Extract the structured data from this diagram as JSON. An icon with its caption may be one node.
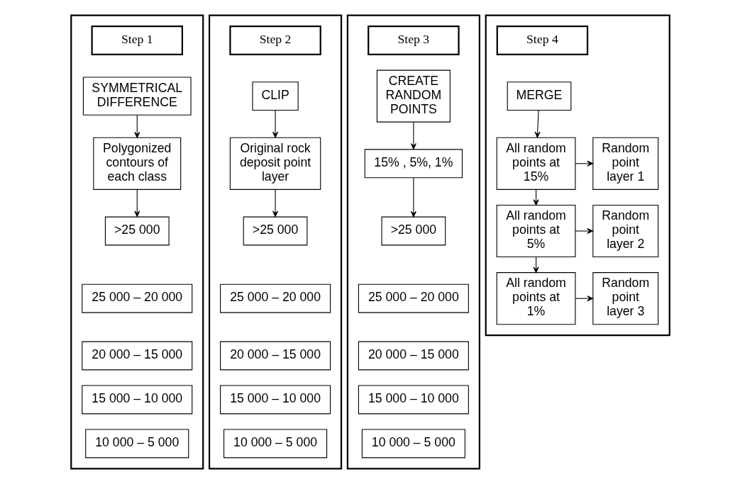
{
  "diagram": {
    "nodes": [
      {
        "text": [],
        "shape": "band"
      },
      {
        "text": [
          "Step 1"
        ],
        "in": 0
      },
      {
        "text": [
          "SYMMETRICAL DIFFERENCE"
        ],
        "in": 0
      },
      {
        "text": [
          "Polygonized contours of each class"
        ],
        "in": 0
      },
      {
        "text": [
          ">25 000"
        ],
        "in": 0
      },
      {
        "text": [
          "25 000 – 20 000"
        ],
        "in": 0
      },
      {
        "text": [
          "20 000 – 15 000"
        ],
        "in": 0
      },
      {
        "text": [
          "15 000 – 10 000"
        ],
        "in": 0
      },
      {
        "text": [
          "10 000 – 5 000"
        ],
        "in": 0
      },
      {
        "text": [],
        "shape": "band"
      },
      {
        "text": [
          "Step 2"
        ],
        "in": 9
      },
      {
        "text": [
          "CLIP"
        ],
        "in": 9
      },
      {
        "text": [
          "Original rock deposit point layer"
        ],
        "in": 9
      },
      {
        "text": [
          ">25 000"
        ],
        "in": 9
      },
      {
        "text": [
          "25 000 – 20 000"
        ],
        "in": 9
      },
      {
        "text": [
          "20 000 – 15 000"
        ],
        "in": 9
      },
      {
        "text": [
          "15 000 – 10 000"
        ],
        "in": 9
      },
      {
        "text": [
          "10 000 – 5 000"
        ],
        "in": 9
      },
      {
        "text": [],
        "shape": "band"
      },
      {
        "text": [
          "Step 3"
        ],
        "in": 18
      },
      {
        "text": [
          "CREATE RANDOM POINTS"
        ],
        "in": 18
      },
      {
        "text": [
          "15% , 5%, 1%"
        ],
        "in": 18
      },
      {
        "text": [
          ">25 000"
        ],
        "in": 18
      },
      {
        "text": [
          "25 000 – 20 000"
        ],
        "in": 18
      },
      {
        "text": [
          "20 000 – 15 000"
        ],
        "in": 18
      },
      {
        "text": [
          "15 000 – 10 000"
        ],
        "in": 18
      },
      {
        "text": [
          "10 000 – 5 000"
        ],
        "in": 18
      },
      {
        "text": [],
        "shape": "band"
      },
      {
        "text": [
          "Step 4"
        ],
        "in": 27
      },
      {
        "text": [
          "MERGE"
        ],
        "in": 27
      },
      {
        "text": [
          "All random points at 15%"
        ],
        "in": 27
      },
      {
        "text": [
          "Random point layer 1"
        ],
        "in": 27
      },
      {
        "text": [
          "All random points at 5%"
        ],
        "in": 27
      },
      {
        "text": [
          "Random point layer 2"
        ],
        "in": 27
      },
      {
        "text": [
          "All random points at 1%"
        ],
        "in": 27
      },
      {
        "text": [
          "Random point layer 3"
        ],
        "in": 27
      }
    ],
    "edges": [
      {
        "from": 2,
        "to": 3,
        "arrow": "to"
      },
      {
        "from": 3,
        "to": 4,
        "arrow": "to"
      },
      {
        "from": 11,
        "to": 12,
        "arrow": "to"
      },
      {
        "from": 12,
        "to": 13,
        "arrow": "to"
      },
      {
        "from": 20,
        "to": 21,
        "arrow": "to"
      },
      {
        "from": 21,
        "to": 22,
        "arrow": "to"
      },
      {
        "from": 29,
        "to": 30,
        "arrow": "to"
      },
      {
        "from": 30,
        "to": 31,
        "arrow": "to"
      },
      {
        "from": 30,
        "to": 32,
        "arrow": "to"
      },
      {
        "from": 32,
        "to": 33,
        "arrow": "to"
      },
      {
        "from": 32,
        "to": 34,
        "arrow": "to"
      },
      {
        "from": 34,
        "to": 35,
        "arrow": "to"
      }
    ]
  }
}
